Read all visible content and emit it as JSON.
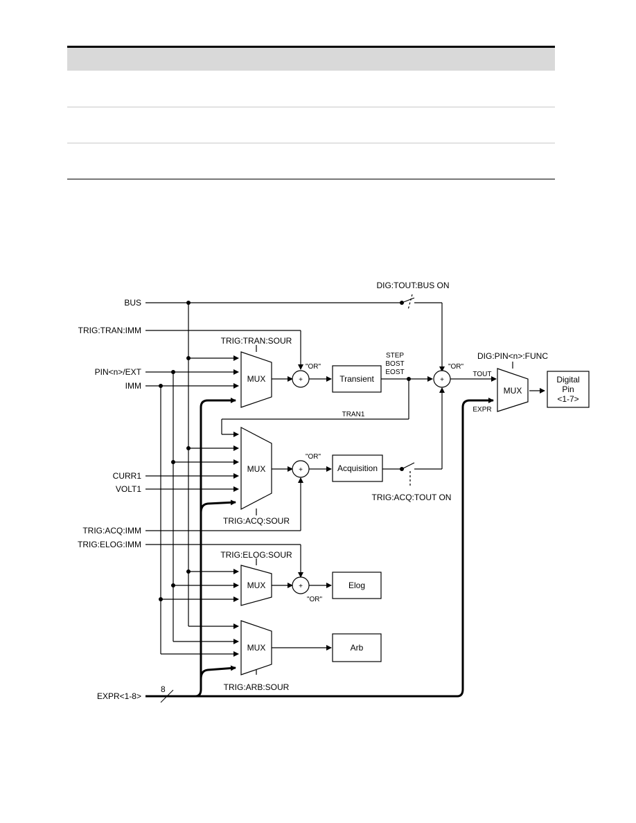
{
  "inputs": {
    "bus": "BUS",
    "trig_tran_imm": "TRIG:TRAN:IMM",
    "pin_ext": "PIN<n>/EXT",
    "imm": "IMM",
    "curr1": "CURR1",
    "volt1": "VOLT1",
    "trig_acq_imm": "TRIG:ACQ:IMM",
    "trig_elog_imm": "TRIG:ELOG:IMM",
    "expr": "EXPR<1-8>",
    "bus_width": "8"
  },
  "mux": {
    "label": "MUX",
    "tran_sour": "TRIG:TRAN:SOUR",
    "acq_sour": "TRIG:ACQ:SOUR",
    "elog_sour": "TRIG:ELOG:SOUR",
    "arb_sour": "TRIG:ARB:SOUR",
    "pin_func": "DIG:PIN<n>:FUNC"
  },
  "or_gate": {
    "symbol": "+",
    "label": "\"OR\""
  },
  "blocks": {
    "transient": "Transient",
    "acquisition": "Acquisition",
    "elog": "Elog",
    "arb": "Arb",
    "digital_pin_line1": "Digital",
    "digital_pin_line2": "Pin",
    "digital_pin_line3": "<1-7>"
  },
  "signals": {
    "step": "STEP",
    "bost": "BOST",
    "eost": "EOST",
    "tran1": "TRAN1",
    "tout": "TOUT",
    "expr": "EXPR"
  },
  "switches": {
    "tout_bus": "DIG:TOUT:BUS ON",
    "acq_tout": "TRIG:ACQ:TOUT ON"
  }
}
